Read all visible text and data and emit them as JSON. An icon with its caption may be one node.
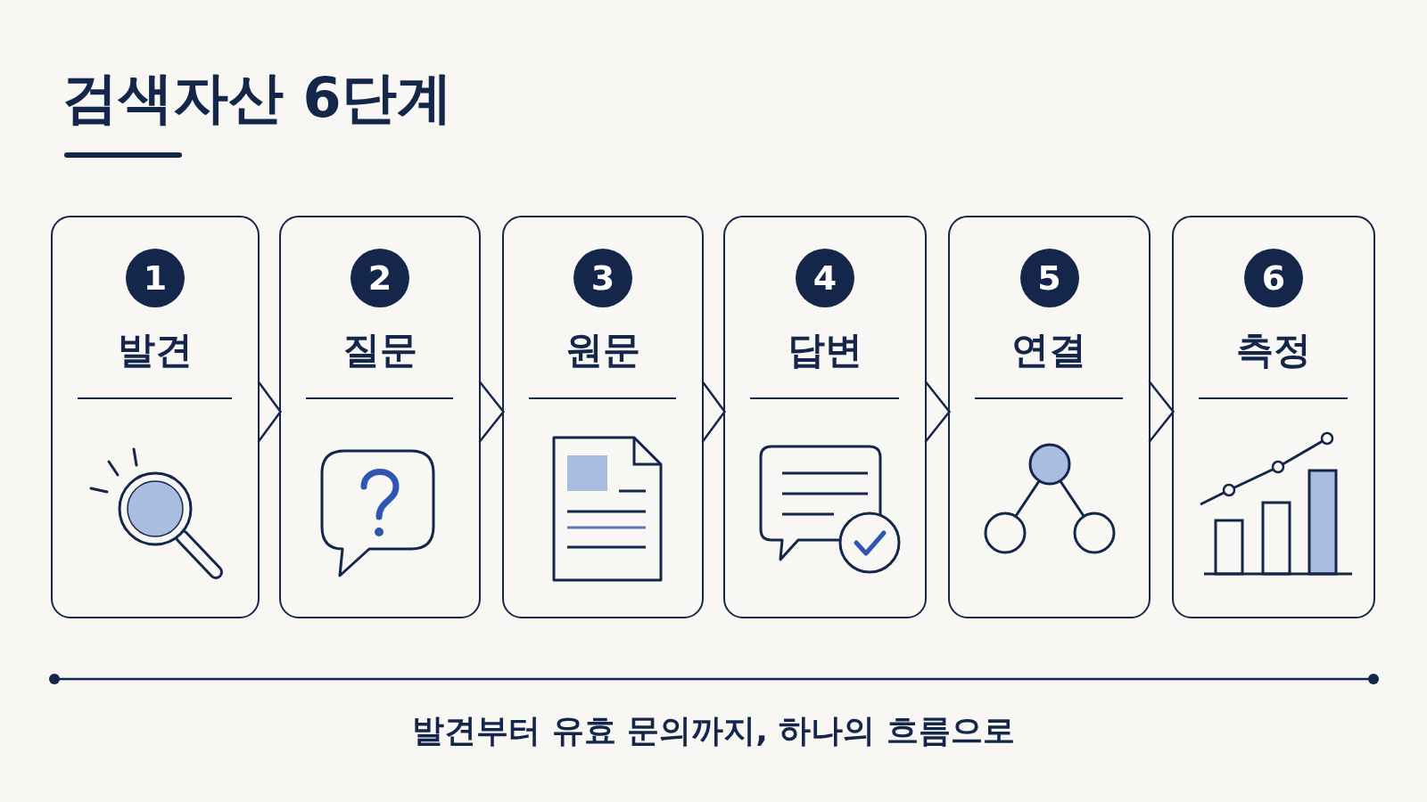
{
  "diagram": {
    "title": "검색자산 6단계",
    "nodes": [
      {
        "text": [
          "1",
          "발견"
        ]
      },
      {
        "text": [
          "2",
          "질문"
        ]
      },
      {
        "text": [
          "3",
          "원문"
        ]
      },
      {
        "text": [
          "4",
          "답변"
        ]
      },
      {
        "text": [
          "5",
          "연결"
        ]
      },
      {
        "text": [
          "6",
          "측정"
        ]
      }
    ],
    "edges": [
      {
        "from": 0,
        "to": 1,
        "arrow": "to"
      },
      {
        "from": 1,
        "to": 2,
        "arrow": "to"
      },
      {
        "from": 2,
        "to": 3,
        "arrow": "to"
      },
      {
        "from": 3,
        "to": 4,
        "arrow": "to"
      },
      {
        "from": 4,
        "to": 5,
        "arrow": "to"
      }
    ],
    "caption": "발견부터 유효 문의까지, 하나의 흐름으로"
  }
}
